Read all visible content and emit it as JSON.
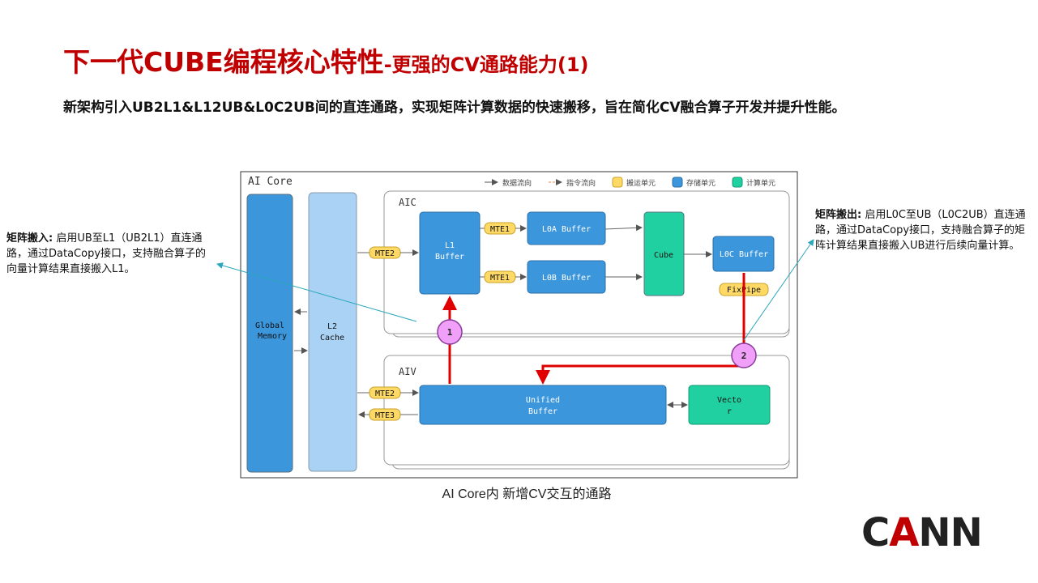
{
  "title": {
    "main": "下一代CUBE编程核心特性",
    "sub": "-更强的CV通路能力(1)"
  },
  "subtitle": "新架构引入UB2L1&L12UB&L0C2UB间的直连通路，实现矩阵计算数据的快速搬移，旨在简化CV融合算子开发并提升性能。",
  "left_note": {
    "heading": "矩阵搬入:",
    "text": " 启用UB至L1（UB2L1）直连通路，通过DataCopy接口，支持融合算子的向量计算结果直接搬入L1。"
  },
  "right_note": {
    "heading": "矩阵搬出:",
    "text": " 启用L0C至UB（L0C2UB）直连通路，通过DataCopy接口，支持融合算子的矩阵计算结果直接搬入UB进行后续向量计算。"
  },
  "diagram": {
    "frame_label": "AI Core",
    "legend": {
      "data_flow": "数据流向",
      "cmd_flow": "指令流向",
      "move_unit": "搬运单元",
      "store_unit": "存储单元",
      "compute_unit": "计算单元"
    },
    "global_memory": "Global\nMemory",
    "l2_cache": "L2\nCache",
    "aic_label": "AIC",
    "aiv_label": "AIV",
    "l1_buffer": "L1\nBuffer",
    "l0a_buffer": "L0A Buffer",
    "l0b_buffer": "L0B Buffer",
    "cube": "Cube",
    "l0c_buffer": "L0C Buffer",
    "fixpipe": "FixPipe",
    "unified_buffer": "Unified\nBuffer",
    "vector": "Vecto\nr",
    "mte2_aic": "MTE2",
    "mte1_a": "MTE1",
    "mte1_b": "MTE1",
    "mte2_aiv": "MTE2",
    "mte3_aiv": "MTE3",
    "marker1": "1",
    "marker2": "2"
  },
  "caption": "AI Core内 新增CV交互的通路",
  "logo": {
    "c": "C",
    "a": "A",
    "nn": "NN"
  },
  "colors": {
    "accent_red": "#c00000",
    "store_blue": "#3c96dc",
    "l2_blue": "#a9d2f5",
    "compute_green": "#20d0a0",
    "move_yellow": "#ffd966",
    "path_red": "#e00000",
    "marker_purple": "#f0a0f8"
  }
}
